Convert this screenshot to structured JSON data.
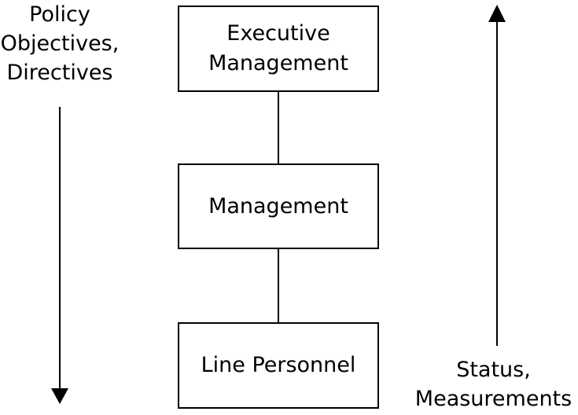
{
  "left_label": {
    "line1": "Policy",
    "line2": "Objectives,",
    "line3": "Directives"
  },
  "right_label": {
    "line1": "Status,",
    "line2": "Measurements"
  },
  "boxes": {
    "top": {
      "line1": "Executive",
      "line2": "Management"
    },
    "middle": {
      "label": "Management"
    },
    "bottom": {
      "label": "Line Personnel"
    }
  },
  "colors": {
    "stroke": "#000000",
    "background": "#ffffff"
  },
  "arrows": {
    "left": "down-arrow",
    "right": "up-arrow"
  }
}
